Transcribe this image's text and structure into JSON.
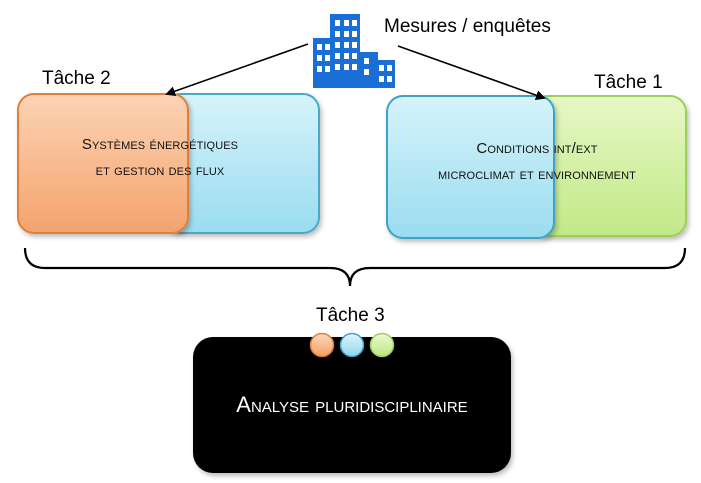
{
  "measures_label": "Mesures / enquêtes",
  "task2": {
    "label": "Tâche 2",
    "line1": "Systèmes énergétiques",
    "line2": "et gestion des flux"
  },
  "task1": {
    "label": "Tâche 1",
    "line1": "Conditions int/ext",
    "line2": "microclimat et environnement"
  },
  "task3": {
    "label": "Tâche 3",
    "analysis": "Analyse pluridisciplinaire"
  },
  "colors": {
    "orange": "#f9b88a",
    "blue": "#b9e8f6",
    "green": "#d4f0a3",
    "building": "#1a6fd6",
    "black": "#000000"
  },
  "icons": {
    "building": "building-icon"
  }
}
